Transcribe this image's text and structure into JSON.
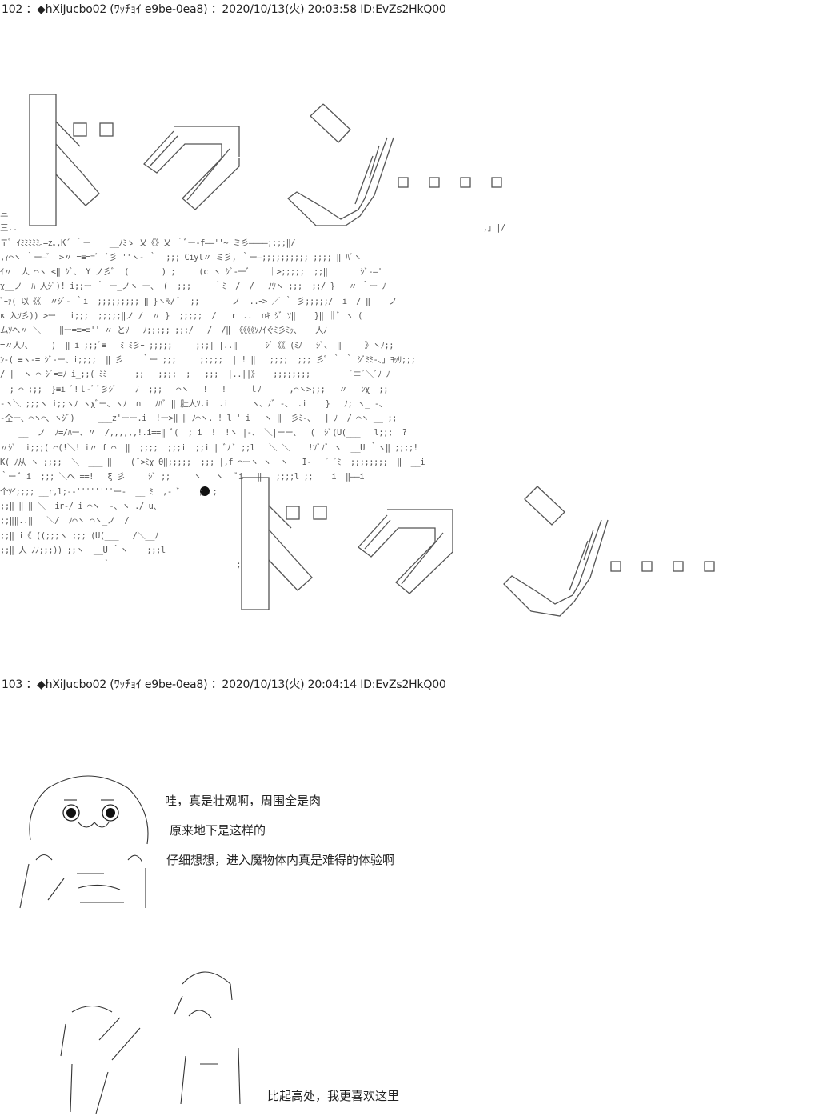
{
  "posts": [
    {
      "header": "102 ：◆hXiJucbo02 (ﾜｯﾁｮｲ e9be-0ea8) ：2020/10/13(火) 20:03:58 ID:EvZs2HkQ00"
    },
    {
      "header": "103 ：◆hXiJucbo02 (ﾜｯﾁｮｲ e9be-0ea8) ：2020/10/13(火) 20:04:14 ID:EvZs2HkQ00",
      "dialogue": [
        "哇，真是壮观啊，周围全是肉",
        "原来地下是这样的",
        "仔细想想，进入魔物体内真是难得的体验啊",
        "比起高处，我更喜欢这里"
      ]
    }
  ],
  "ascii_scene": "三\n三..                                                                                                    ,｣ |/\n〒ﾞ ｲﾐﾐﾐﾐﾐ｡=z｡,K´ ｀ー    __ﾉﾐゝ 乂《》乂 ｀ﾞー-f――''~ ミ彡――――;;;;‖/\n,ｨ⌒ヽ ｀ー―゛ >〃 =≡==ﾞ  ﾞ彡 ''ヽ- ｀  ;;; Ciyl〃 ミ彡, ｀ー―;;;;;;;;;; ;;;; ‖ ﾊﾞヽ\nｲ〃  人 ⌒ヽ <‖ ｼﾞ、 Y ノ彡ﾞ  (       ) ;     (c ヽ ｼﾞ-一ﾞ    ｜>;;;;;  ;;‖       ｼﾞ-―'\nχ__ノ  ﾊ 人ｼﾞ)! i;;ー ｀ ー_ノヽ 一、 (  ;;;     ｀ﾐ  /  /   ﾉﾂヽ ;;;  ;;/ }   〃 ｀ー ﾉ\nﾞｰｧ( 以《《  〃ｼﾞ- ｀i  ;;;;;;;;; ‖ }ヽ%/ ﾞ  ;;     __ノ  ..ｰ> ／ ｀ 彡;;;;;/  i  / ‖    ノ\nκ 入ｿ彡)) >ー   i;;;  ;;;;;‖ノ /  〃 }  ;;;;;  /   ｒ ..  ∩ｷ ｼﾞ ｿ‖    }‖ ‖ﾞ ヽ (\nムｿへ〃 ＼    ‖ー=≡=≡'' 〃 とｿ   ﾉ;;;;; ;;;/   /  /‖ 《《《《ｿﾉｲぐﾐ彡ﾐｯ、   人ﾉ\n=〃人ﾉ、    )  ‖ i ;;;ﾞ≡   ﾐ ﾐ彡ｰ ;;;;;     ;;;| |..‖      ｼﾞ《《 (ﾐﾉ   ｼﾞ、 ‖     》ヽﾉ;;\nﾝ-( ≡ヽ-= ｼﾞ-ー、i;;;;  ‖ 彡    ｀ー ;;;     ;;;;;  | ! ‖   ;;;;  ;;; 彡ﾞ ｀ ｀ ｼﾞﾐﾐ-、｣ ﾖｯﾘ;;;\n/ |  ヽ ⌒ ｼﾞ=≡ﾉ i_;;( ﾐﾐ      ;;   ;;;;  ;   ;;;  |..||》   ;;;;;;;;         ﾞ≡ﾞ＼ﾞﾉ ﾉ\n  ; ⌒ ;;;  }≡i ﾞ!ｌ-ﾞ ﾞ彡ｼﾞ  __ﾉ  ;;;   ⌒ヽ   !   !     ｌﾉ      ,⌒ヽ>;;;   〃 __ﾝχ  ;;\n-ヽ＼ ;;;ヽ i;;ヽﾉ ヽχﾞー、ヽﾉ  ∩   ﾉﾊﾞ ‖ 肚人ｿ.i  .i     ヽ、ﾉﾞ -、 .i    }   ﾉ; ヽ_ -、\n-仝ー、⌒ヽ⌒、ヽｼﾞ)     ___z'ーー.i  !ー>‖ ‖ ﾉ⌒ヽ. ! l ' i   ヽ ‖  彡ﾐ-、  | ﾉ  / ⌒ヽ __ ;;\n    __  ノ  ﾉ=/ﾊー、〃  /‚‚‚‚‚‚!.i==‖ ﾞ(  ; i  !  !ヽ |-、 ＼|ーー、  (  ｼﾞ(U(___   l;;;  ?\n〃ｼﾞ  i;;;( ⌒(!＼! i〃 f ⌒  ‖  ;;;;  ;;;i  ;;i | ﾞﾉ ﾞ ;;l   ＼ ＼    !ｿﾞﾉﾞ ヽ  __U ｀ヽ‖ ;;;;!\nK( ﾉ从 ヽ ;;;;  ＼  ___ ‖    ( ﾞ>ﾐχ θ‖;;;;;  ;;; |,f ⌒ーヽ ヽ  ヽ   I-   ﾞｰﾞﾐ  ;;;;;;;;  ‖  __i\n｀ー ﾞ i  ;;; ＼ヘ ==!   ξ 彡     ｼﾞ ;;     ヽ   ヽ   ﾞi   ‖   ;;;;l ;;    i  ‖――i\n个ｿｲ;;;; __r‚l;-‐''''''''ー-  __ ﾐ  ,- ゛   ;  ;\n;;‖ ‖ ‖ ＼  ir-/ i ⌒ヽ  -、ヽ ./ u、\n;;‖‖..‖   ＼/  ﾉ⌒ヽ ⌒ヽ_ノ  /\n;;‖ i《 ((;;;ヽ ;;; (U(___   /＼__ﾉ\n;;‖ 人 ﾉﾉ;;;)) ;;ヽ  __U ｀ヽ    ;;;l\n                      ｀                          ';"
}
